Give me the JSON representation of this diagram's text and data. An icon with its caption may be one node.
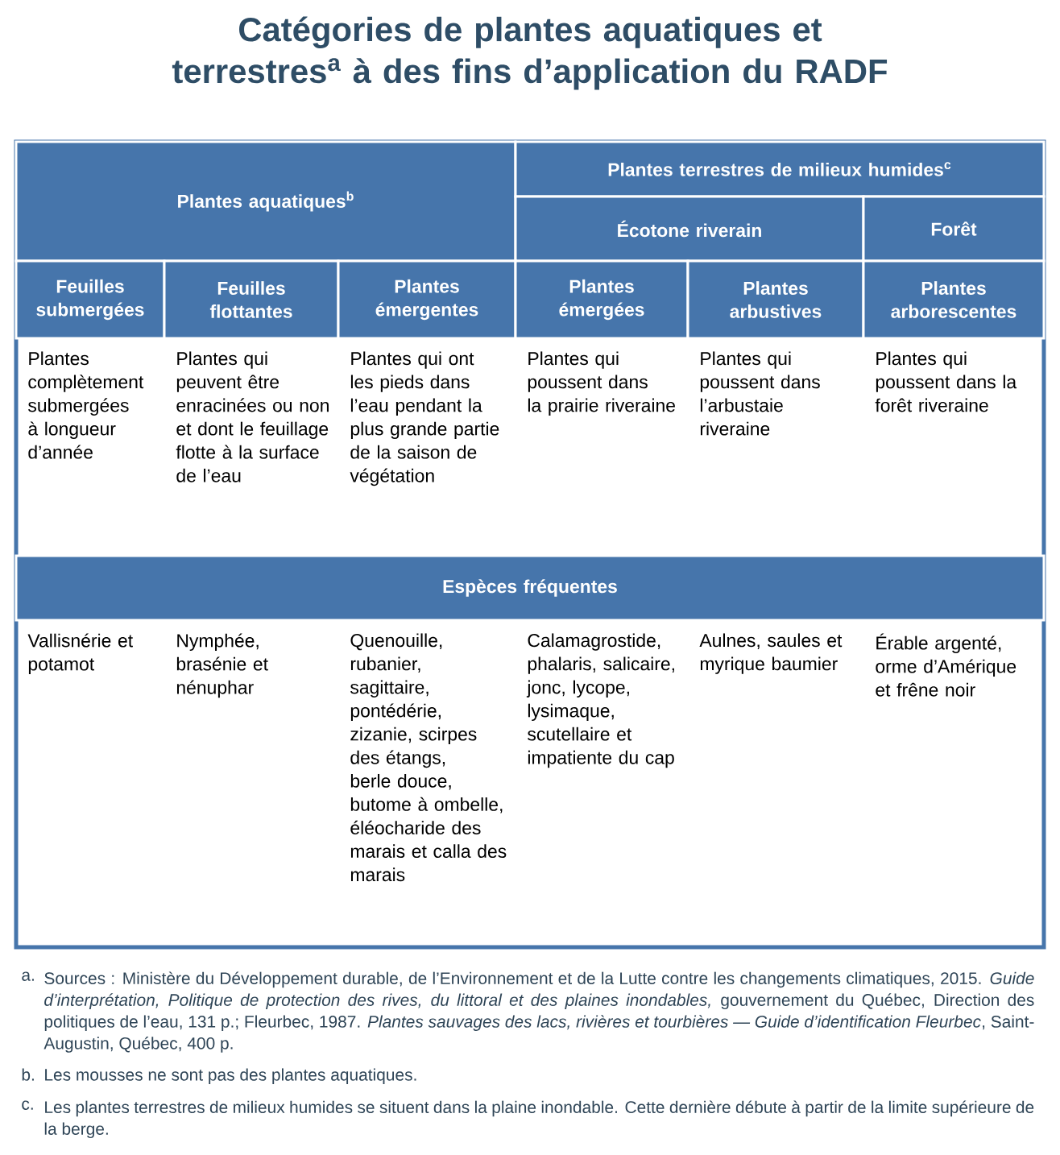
{
  "diagram": {
    "title": "Catégories de plantes aquatiques et terrestres$^{a}$ à des fins d’application du RADF",
    "labels": [
      "Plantes aquatiques$^{b}$",
      "Plantes terrestres de milieux humides$^{c}$",
      "Écotone riverain",
      "Forêt",
      "Feuilles submergées",
      "Feuilles flottantes",
      "Plantes émergentes",
      "Plantes émergées",
      "Plantes arbustives",
      "Plantes arborescentes",
      "Plantes complètement submergées à longueur d’année",
      "Plantes qui peuvent être enracinées ou non et dont le feuillage flotte à la surface de l’eau",
      "Plantes qui ont les pieds dans l’eau pendant la plus grande partie de la saison de végétation",
      "Plantes qui poussent dans la prairie riveraine",
      "Plantes qui poussent dans l’arbustaie riveraine",
      "Plantes qui poussent dans la forêt riveraine",
      "Espèces fréquentes",
      "Vallisnérie et potamot",
      "Nymphée, brasénie et nénuphar",
      "Quenouille, rubanier, sagittaire, pontédérie, zizanie, scirpes des étangs, berle douce, butome à ombelle, éléocharide des marais et calla des marais",
      "Calamagrostide, phalaris, salicaire, jonc, lycope, lysimaque, scutellaire et impatiente du cap",
      "Aulnes, saules et myrique baumier",
      "Érable argenté, orme d’Amérique et frêne noir",
      "a.",
      "Sources : Ministère du Développement durable, de l’Environnement et de la Lutte contre les changements climatiques, 2015. *Guide d’interprétation, Politique de protection des rives, du littoral et des plaines inondables,* gouvernement du Québec, Direction des politiques de l’eau, 131 p.; Fleurbec, 1987. *Plantes sauvages des lacs, rivières et tourbières — Guide d’identification Fleurbec*, Saint-Augustin, Québec, 400 p.",
      "b.",
      "Les mousses ne sont pas des plantes aquatiques.",
      "c.",
      "Les plantes terrestres de milieux humides se situent dans la plaine inondable. Cette dernière débute à partir de la limite supérieure de la berge."
    ]
  }
}
